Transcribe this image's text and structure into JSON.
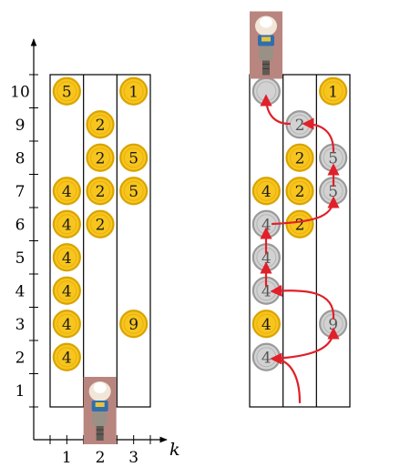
{
  "axes": {
    "x_label": "k",
    "x_ticks": [
      "1",
      "2",
      "3"
    ],
    "y_ticks": [
      "1",
      "2",
      "3",
      "4",
      "5",
      "6",
      "7",
      "8",
      "9",
      "10"
    ]
  },
  "colors": {
    "coin_fill": "#F7C51E",
    "coin_stroke": "#D9A400",
    "collected_fill": "#D2D2D2",
    "collected_stroke": "#9A9A9A",
    "path": "#E0202A",
    "grid": "#000000",
    "robot_bg": "#B9857F"
  },
  "icons": {
    "robot": "robot-vacuum-icon"
  },
  "left_panel": {
    "coins": [
      {
        "col": 1,
        "row": 10,
        "value": "5"
      },
      {
        "col": 3,
        "row": 10,
        "value": "1"
      },
      {
        "col": 2,
        "row": 9,
        "value": "2"
      },
      {
        "col": 2,
        "row": 8,
        "value": "2"
      },
      {
        "col": 3,
        "row": 8,
        "value": "5"
      },
      {
        "col": 1,
        "row": 7,
        "value": "4"
      },
      {
        "col": 2,
        "row": 7,
        "value": "2"
      },
      {
        "col": 3,
        "row": 7,
        "value": "5"
      },
      {
        "col": 1,
        "row": 6,
        "value": "4"
      },
      {
        "col": 2,
        "row": 6,
        "value": "2"
      },
      {
        "col": 1,
        "row": 5,
        "value": "4"
      },
      {
        "col": 1,
        "row": 4,
        "value": "4"
      },
      {
        "col": 1,
        "row": 3,
        "value": "4"
      },
      {
        "col": 3,
        "row": 3,
        "value": "9"
      },
      {
        "col": 1,
        "row": 2,
        "value": "4"
      }
    ],
    "robot": {
      "col": 2,
      "row": 0
    }
  },
  "right_panel": {
    "coins": [
      {
        "col": 1,
        "row": 10,
        "value": "",
        "collected": true
      },
      {
        "col": 3,
        "row": 10,
        "value": "1",
        "collected": false
      },
      {
        "col": 2,
        "row": 9,
        "value": "2",
        "collected": true
      },
      {
        "col": 2,
        "row": 8,
        "value": "2",
        "collected": false
      },
      {
        "col": 3,
        "row": 8,
        "value": "5",
        "collected": true
      },
      {
        "col": 1,
        "row": 7,
        "value": "4",
        "collected": false
      },
      {
        "col": 2,
        "row": 7,
        "value": "2",
        "collected": false
      },
      {
        "col": 3,
        "row": 7,
        "value": "5",
        "collected": true
      },
      {
        "col": 1,
        "row": 6,
        "value": "4",
        "collected": true
      },
      {
        "col": 2,
        "row": 6,
        "value": "2",
        "collected": false
      },
      {
        "col": 1,
        "row": 5,
        "value": "4",
        "collected": true
      },
      {
        "col": 1,
        "row": 4,
        "value": "4",
        "collected": true
      },
      {
        "col": 1,
        "row": 3,
        "value": "4",
        "collected": false
      },
      {
        "col": 3,
        "row": 3,
        "value": "9",
        "collected": true
      },
      {
        "col": 1,
        "row": 2,
        "value": "4",
        "collected": true
      }
    ],
    "robot": {
      "col": 1,
      "row": 11
    }
  }
}
